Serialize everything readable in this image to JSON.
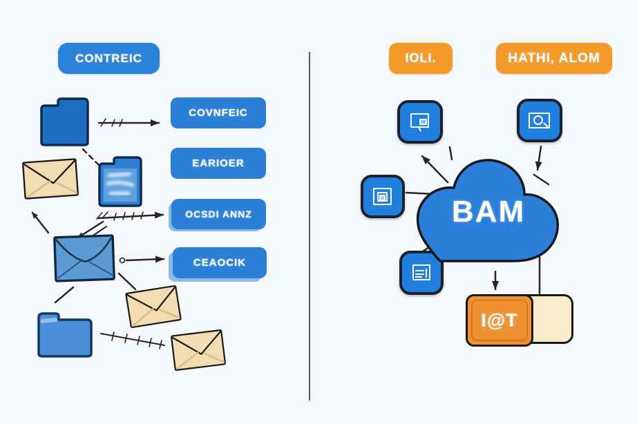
{
  "left_panel": {
    "title_button": {
      "label": "CONTREIC"
    },
    "flow_labels": [
      {
        "label": "COVNFEIC"
      },
      {
        "label": "EARIOER"
      },
      {
        "label": "OCSDI ANNZ"
      },
      {
        "label": "CEAOCIK"
      }
    ],
    "icons": [
      "folder-icon",
      "envelope-icon",
      "folder-document-icon",
      "envelope-blue-icon",
      "folder-open-icon",
      "envelope-icon",
      "envelope-icon"
    ]
  },
  "right_panel": {
    "top_buttons": [
      {
        "label": "IOLI."
      },
      {
        "label": "HATHI, ALOM"
      }
    ],
    "cloud": {
      "label": "BAM"
    },
    "iot_box": {
      "label": "I@T"
    },
    "device_icons": [
      "monitor-icon",
      "camera-icon",
      "layers-icon",
      "window-icon"
    ]
  },
  "colors": {
    "background": "#f5f8fc",
    "blue_primary": "#2b7fd6",
    "blue_square": "#2180de",
    "blue_dark_outline": "#16324f",
    "orange_button": "#f49a2b",
    "orange_iot": "#ef9132",
    "beige": "#f8ecca",
    "envelope_tan": "#f2ddb3",
    "envelope_blue": "#5b9ad2",
    "arrow": "#2b2420",
    "divider": "#585c61"
  }
}
